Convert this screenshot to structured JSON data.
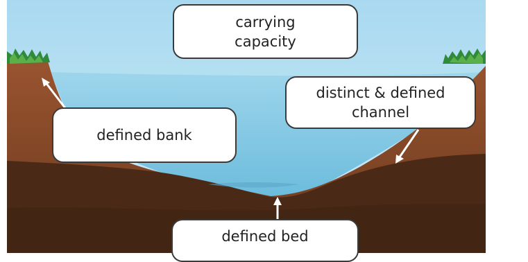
{
  "labels": {
    "carrying_capacity": "carrying\ncapacity",
    "distinct_channel": "distinct & defined\nchannel",
    "defined_bank": "defined bank",
    "defined_bed": "defined bed"
  },
  "colors": {
    "sky": "#bfe3f3",
    "water": "#8fd0ea",
    "bank_soil": "#8a4a2a",
    "deep_soil": "#4a2a16",
    "grass": "#2f8a3a",
    "arrow": "#ffffff"
  }
}
